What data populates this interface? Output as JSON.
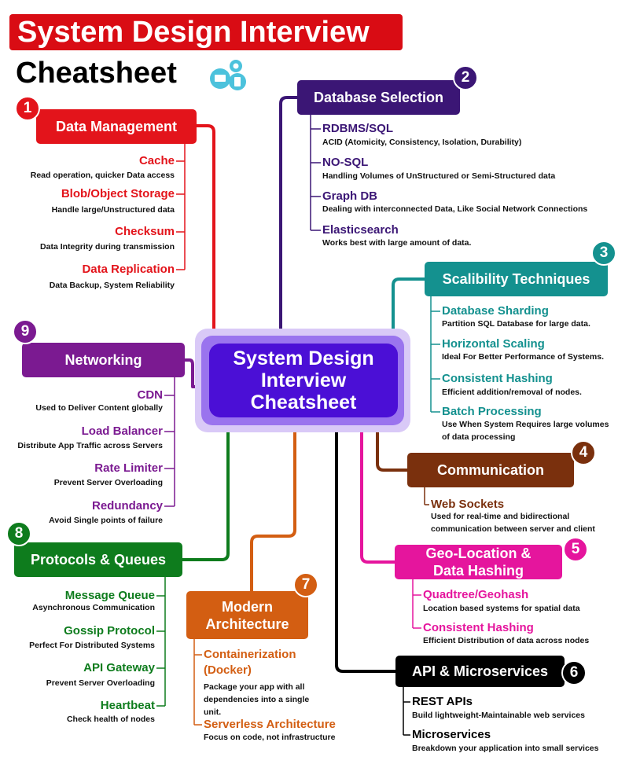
{
  "title": "System Design Interview",
  "subtitle": "Cheatsheet",
  "center": "System Design Interview Cheatsheet",
  "colors": {
    "red": "#e3141b",
    "dbpurple": "#3b1675",
    "teal": "#14918f",
    "brown": "#7a300d",
    "pink": "#e5159d",
    "black": "#000000",
    "orange": "#d35e12",
    "green": "#0e7c1d",
    "netpurple": "#7b1a91"
  },
  "sections": [
    {
      "num": "1",
      "title": "Data Management",
      "color": "red",
      "items": [
        {
          "name": "Cache",
          "desc": [
            "Read operation, quicker Data access"
          ]
        },
        {
          "name": "Blob/Object Storage",
          "desc": [
            "Handle large/Unstructured data"
          ]
        },
        {
          "name": "Checksum",
          "desc": [
            "Data Integrity during transmission"
          ]
        },
        {
          "name": "Data Replication",
          "desc": [
            "Data Backup, System Reliability"
          ]
        }
      ]
    },
    {
      "num": "2",
      "title": "Database Selection",
      "color": "dbpurple",
      "items": [
        {
          "name": "RDBMS/SQL",
          "desc": [
            "ACID (Atomicity, Consistency, Isolation, Durability)"
          ]
        },
        {
          "name": "NO-SQL",
          "desc": [
            "Handling Volumes of UnStructured or Semi-Structured data"
          ]
        },
        {
          "name": "Graph DB",
          "desc": [
            "Dealing with interconnected Data, Like Social Network Connections"
          ]
        },
        {
          "name": "Elasticsearch",
          "desc": [
            "Works best with large amount of data."
          ]
        }
      ]
    },
    {
      "num": "3",
      "title": "Scalibility Techniques",
      "color": "teal",
      "items": [
        {
          "name": "Database Sharding",
          "desc": [
            "Partition SQL Database for large data."
          ]
        },
        {
          "name": "Horizontal Scaling",
          "desc": [
            "Ideal For Better Performance of Systems."
          ]
        },
        {
          "name": "Consistent Hashing",
          "desc": [
            "Efficient addition/removal of nodes."
          ]
        },
        {
          "name": "Batch Processing",
          "desc": [
            "Use When System Requires large volumes",
            "of data processing"
          ]
        }
      ]
    },
    {
      "num": "4",
      "title": "Communication",
      "color": "brown",
      "items": [
        {
          "name": "Web Sockets",
          "desc": [
            "Used for real-time and bidirectional",
            "communication between server and client"
          ]
        }
      ]
    },
    {
      "num": "5",
      "title": [
        "Geo-Location &",
        "Data Hashing"
      ],
      "color": "pink",
      "items": [
        {
          "name": "Quadtree/Geohash",
          "desc": [
            "Location based systems for spatial data"
          ]
        },
        {
          "name": "Consistent Hashing",
          "desc": [
            "Efficient Distribution of data across nodes"
          ]
        }
      ]
    },
    {
      "num": "6",
      "title": "API & Microservices",
      "color": "black",
      "items": [
        {
          "name": "REST APIs",
          "desc": [
            "Build lightweight-Maintainable web services"
          ]
        },
        {
          "name": "Microservices",
          "desc": [
            "Breakdown your application into small services"
          ]
        }
      ]
    },
    {
      "num": "7",
      "title": [
        "Modern",
        "Architecture"
      ],
      "color": "orange",
      "items": [
        {
          "name": [
            "Containerization",
            "(Docker)"
          ],
          "desc": [
            "Package your app with all",
            "dependencies into a single",
            "unit."
          ]
        },
        {
          "name": "Serverless Architecture",
          "desc": [
            "Focus on code, not infrastructure"
          ]
        }
      ]
    },
    {
      "num": "8",
      "title": "Protocols & Queues",
      "color": "green",
      "items": [
        {
          "name": "Message Queue",
          "desc": [
            "Asynchronous Communication"
          ]
        },
        {
          "name": "Gossip Protocol",
          "desc": [
            "Perfect For Distributed Systems"
          ]
        },
        {
          "name": "API Gateway",
          "desc": [
            "Prevent Server Overloading"
          ]
        },
        {
          "name": "Heartbeat",
          "desc": [
            "Check health of nodes"
          ]
        }
      ]
    },
    {
      "num": "9",
      "title": "Networking",
      "color": "netpurple",
      "items": [
        {
          "name": "CDN",
          "desc": [
            "Used to Deliver Content globally"
          ]
        },
        {
          "name": "Load Balancer",
          "desc": [
            "Distribute App Traffic across Servers"
          ]
        },
        {
          "name": "Rate Limiter",
          "desc": [
            "Prevent Server Overloading"
          ]
        },
        {
          "name": "Redundancy",
          "desc": [
            "Avoid Single points of failure"
          ]
        }
      ]
    }
  ]
}
